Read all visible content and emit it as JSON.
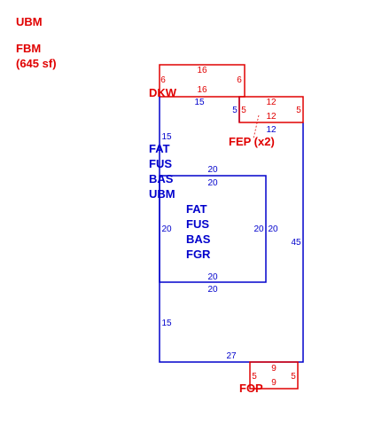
{
  "colors": {
    "red": "#e00000",
    "blue": "#0000cc"
  },
  "legend": {
    "line1": "UBM",
    "line2": "FBM",
    "line3": "(645 sf)"
  },
  "main": {
    "labels": [
      "FAT",
      "FUS",
      "BAS",
      "UBM"
    ],
    "dims": {
      "top": "15",
      "right_short": "5",
      "right": "45",
      "left_top": "15",
      "left_mid": "20",
      "left_bottom": "15",
      "bottom": "27"
    }
  },
  "inner": {
    "labels": [
      "FAT",
      "FUS",
      "BAS",
      "FGR"
    ],
    "dims": {
      "top_out": "20",
      "top_in": "20",
      "left": "20",
      "right_in": "20",
      "right_out": "20",
      "bottom_in": "20",
      "bottom_out": "20"
    }
  },
  "dkw": {
    "label": "DKW",
    "dims": {
      "top": "16",
      "bottom": "16",
      "left": "6",
      "right": "6"
    }
  },
  "fep": {
    "label": "FEP (x2)",
    "dims": {
      "top": "12",
      "mid": "12",
      "bottom": "12",
      "left": "5",
      "right": "5"
    }
  },
  "fop": {
    "label": "FOP",
    "dims": {
      "top": "9",
      "bottom": "9",
      "left": "5",
      "right": "5"
    }
  }
}
